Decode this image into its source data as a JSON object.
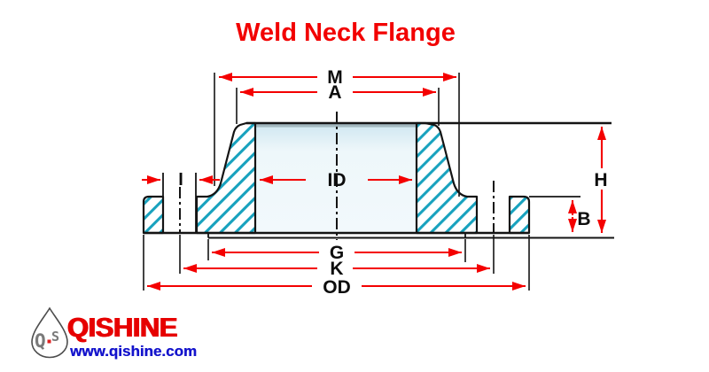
{
  "title": "Weld Neck Flange",
  "diagram": {
    "type": "technical-drawing",
    "subject": "weld neck flange cross-section",
    "dimension_labels": {
      "m": "M",
      "a": "A",
      "id": "ID",
      "i": "I",
      "h": "H",
      "b": "B",
      "g": "G",
      "k": "K",
      "od": "OD"
    }
  },
  "colors": {
    "title_red": "#f20000",
    "dimension_red": "#f40000",
    "hatch_teal": "#18a2be",
    "drawing_black": "#141414",
    "bore_fill": "#e7f2f8",
    "logo_red": "#e60000",
    "logo_blue": "#1414cc"
  },
  "logo": {
    "brand": "QISHINE",
    "website": "www.qishine.com",
    "monogram_left": "Q",
    "monogram_right": "S"
  }
}
